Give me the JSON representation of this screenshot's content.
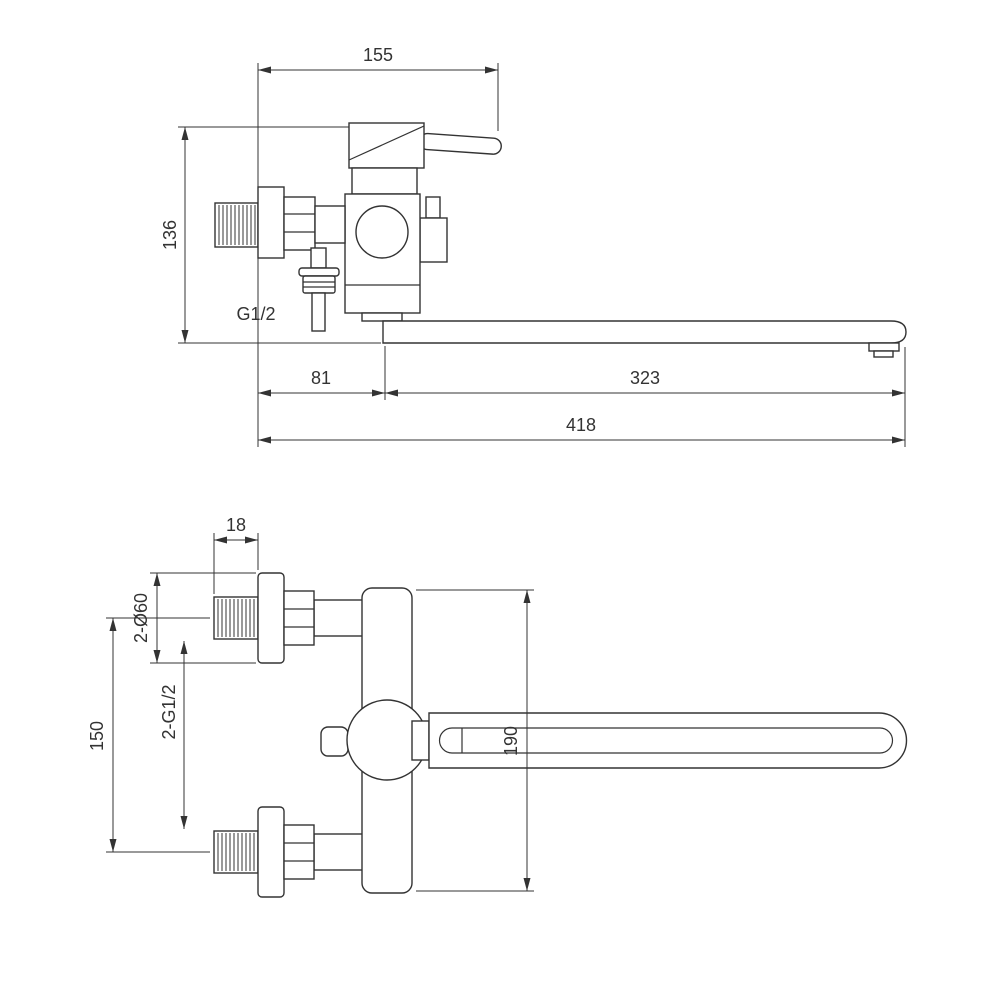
{
  "drawing_title": "bath-mixer-technical-drawing",
  "colors": {
    "background": "#ffffff",
    "line": "#333333",
    "dimension": "#333333"
  },
  "views": {
    "side": {
      "dims": {
        "handle_reach": "155",
        "body_height": "136",
        "wall_thread": "G1/2",
        "body_offset": "81",
        "spout_reach": "323",
        "total_reach": "418"
      }
    },
    "front": {
      "dims": {
        "thread_length": "18",
        "flange_diameter": "2-Ø60",
        "connection_thread": "2-G1/2",
        "mounting_distance": "150",
        "body_length": "190"
      }
    }
  }
}
